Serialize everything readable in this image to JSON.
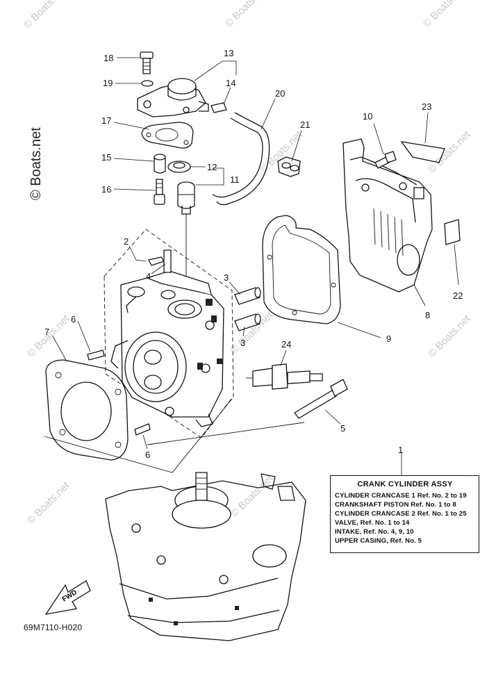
{
  "callouts": {
    "c1": "1",
    "c2": "2",
    "c3a": "3",
    "c3b": "3",
    "c4": "4",
    "c5": "5",
    "c6a": "6",
    "c6b": "6",
    "c7": "7",
    "c8": "8",
    "c9": "9",
    "c10": "10",
    "c11": "11",
    "c12": "12",
    "c13": "13",
    "c14": "14",
    "c15": "15",
    "c16": "16",
    "c17": "17",
    "c18": "18",
    "c19": "19",
    "c20": "20",
    "c21": "21",
    "c22": "22",
    "c23": "23",
    "c24": "24"
  },
  "assy_box": {
    "title": "CRANK CYLINDER ASSY",
    "rows": [
      "CYLINDER CRANCASE 1  Ref. No. 2 to 19",
      "CRANKSHAFT PISTON  Ref. No. 1 to 8",
      "CYLINDER CRANCASE 2  Ref. No. 1 to 25",
      "VALVE,  Ref. No. 1 to 14",
      "INTAKE,  Ref. No. 4, 9, 10",
      "UPPER CASING,  Ref. No. 5"
    ]
  },
  "fwd_label": "FWD",
  "diagram_code": "69M7110-H020",
  "watermark": {
    "side_text": "© Boats.net",
    "tile_text": "© Boats.net"
  }
}
